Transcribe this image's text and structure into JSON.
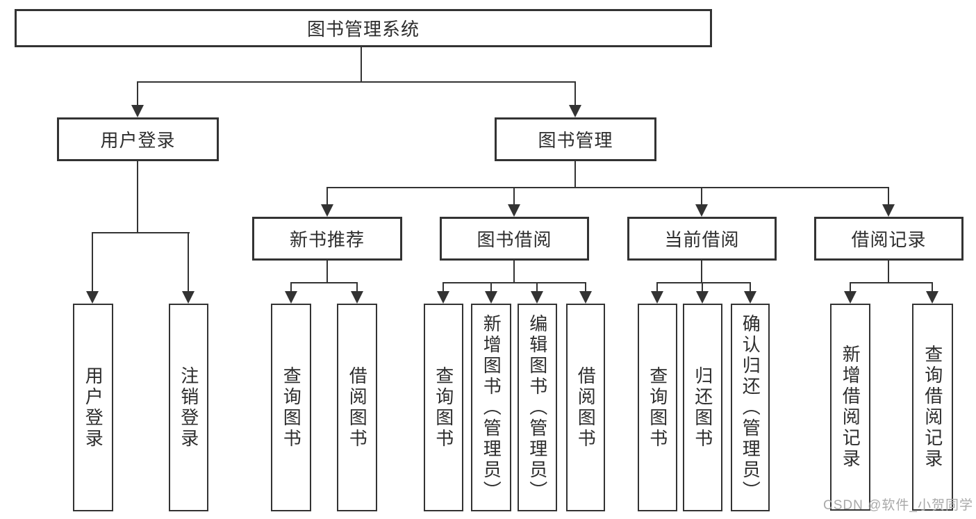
{
  "tree": {
    "root": {
      "label": "图书管理系统"
    },
    "user_login": {
      "label": "用户登录",
      "children": {
        "login": {
          "label": "用户登录"
        },
        "logout": {
          "label": "注销登录"
        }
      }
    },
    "book_mgmt": {
      "label": "图书管理",
      "children": {
        "new_book_rec": {
          "label": "新书推荐",
          "children": {
            "query_books": {
              "label": "查询图书"
            },
            "borrow_books": {
              "label": "借阅图书"
            }
          }
        },
        "book_borrow": {
          "label": "图书借阅",
          "children": {
            "query_books": {
              "label": "查询图书"
            },
            "add_book": {
              "label": "新增图书（管理员）"
            },
            "edit_book": {
              "label": "编辑图书（管理员）"
            },
            "borrow_books": {
              "label": "借阅图书"
            }
          }
        },
        "current_borrow": {
          "label": "当前借阅",
          "children": {
            "query_books": {
              "label": "查询图书"
            },
            "return_book": {
              "label": "归还图书"
            },
            "confirm_return": {
              "label": "确认归还（管理员）"
            }
          }
        },
        "borrow_records": {
          "label": "借阅记录",
          "children": {
            "add_record": {
              "label": "新增借阅记录"
            },
            "query_record": {
              "label": "查询借阅记录"
            }
          }
        }
      }
    }
  },
  "watermark": {
    "text": "CSDN @软件_小贺同学"
  },
  "colors": {
    "line": "#333333",
    "text": "#2d2d2d",
    "watermark": "#a9a9a9",
    "background": "#ffffff"
  }
}
